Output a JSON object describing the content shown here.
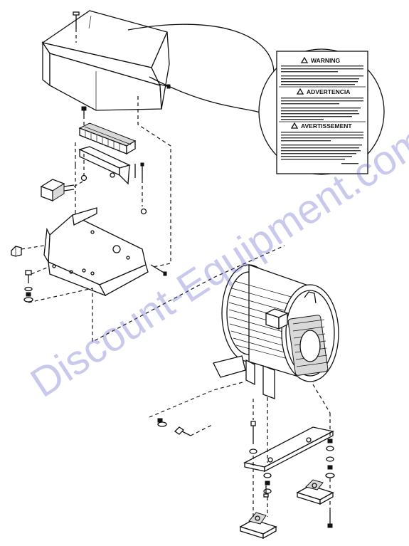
{
  "label": {
    "warning": "WARNING",
    "advertencia": "ADVERTENCIA",
    "avertissement": "AVERTISSEMENT"
  },
  "watermark": "Discount-Equipment.com",
  "colors": {
    "line": "#111111",
    "watermark": "#5a5ac8",
    "shade": "#d9d9d9"
  }
}
